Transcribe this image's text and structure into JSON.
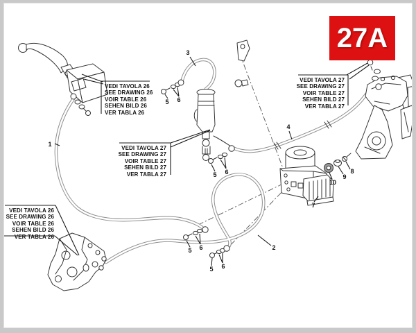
{
  "page": {
    "background": "#ffffff",
    "frame_color": "#c9c9c9",
    "line_color": "#333333"
  },
  "badge": {
    "label": "27A",
    "background": "#dd1111",
    "text_color": "#ffffff"
  },
  "callouts": {
    "top_left": {
      "lines": [
        "VEDI TAVOLA 26",
        "SEE DRAWING 26",
        "VOIR TABLE 26",
        "SEHEN BILD 26",
        "VER TABLA 26"
      ]
    },
    "center": {
      "lines": [
        "VEDI TAVOLA 27",
        "SEE DRAWING 27",
        "VOIR TABLE 27",
        "SEHEN BILD 27",
        "VER TABLA 27"
      ]
    },
    "bottom_left": {
      "lines": [
        "VEDI TAVOLA 26",
        "SEE DRAWING 26",
        "VOIR TABLE 26",
        "SEHEN BILD 26",
        "VER TABLA 26"
      ]
    },
    "top_right": {
      "lines": [
        "VEDI TAVOLA 27",
        "SEE DRAWING 27",
        "VOIR TABLE 27",
        "SEHEN BILD 27",
        "VER TABLA 27"
      ]
    }
  },
  "part_numbers": [
    "1",
    "2",
    "3",
    "4",
    "5",
    "6",
    "7",
    "8",
    "9",
    "10"
  ]
}
